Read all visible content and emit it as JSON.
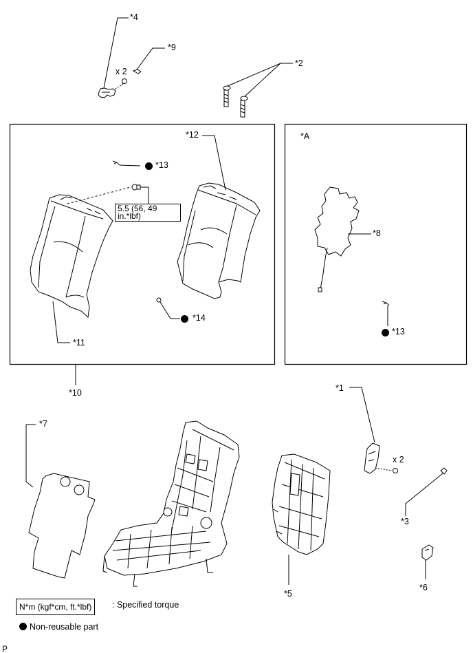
{
  "callouts": {
    "c4": "*4",
    "c9": "*9",
    "c2": "*2",
    "qty_top": "x 2",
    "c12": "*12",
    "c13a": "*13",
    "c11": "*11",
    "c14": "*14",
    "c10": "*10",
    "cA": "*A",
    "c8": "*8",
    "c13b": "*13",
    "c1": "*1",
    "qty_right": "x 2",
    "c3": "*3",
    "c7": "*7",
    "c5": "*5",
    "c6": "*6"
  },
  "torque": {
    "line1": "5.5 (56, 49",
    "line2": "in.*lbf)"
  },
  "legend": {
    "torque_units": "N*m (kgf*cm, ft.*lbf)",
    "torque_desc": ": Specified torque",
    "nonreusable": "Non-reusable part"
  },
  "footer": {
    "code": "P"
  }
}
